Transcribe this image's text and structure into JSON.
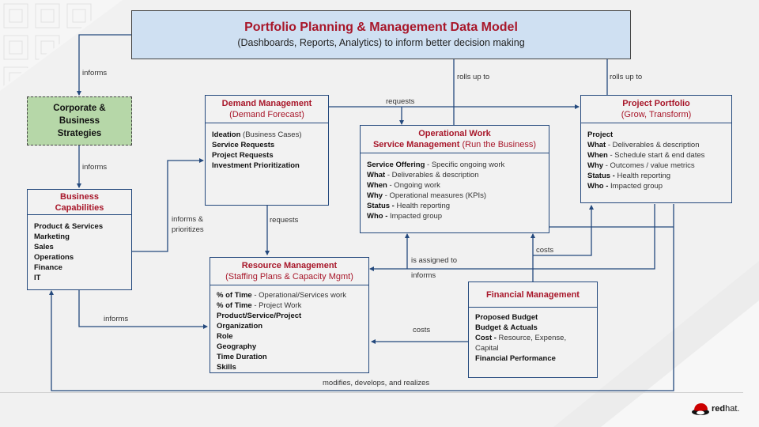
{
  "title_box": {
    "title": "Portfolio Planning & Management Data Model",
    "subtitle": "(Dashboards, Reports, Analytics) to inform better decision making"
  },
  "strategies": {
    "line1": "Corporate &",
    "line2": "Business",
    "line3": "Strategies"
  },
  "business_capabilities": {
    "title": "Business",
    "title2": "Capabilities",
    "rows": [
      "Product & Services",
      "Marketing",
      "Sales",
      "Operations",
      "Finance",
      "IT"
    ]
  },
  "demand_management": {
    "title": "Demand Management",
    "subtitle": "(Demand Forecast)",
    "rows": [
      {
        "bold": "Ideation",
        "text": " (Business Cases)"
      },
      {
        "bold": "Service Requests",
        "text": ""
      },
      {
        "bold": "Project Requests",
        "text": ""
      },
      {
        "bold": "Investment Prioritization",
        "text": ""
      }
    ]
  },
  "operational_work": {
    "title": "Operational Work",
    "subtitle_bold": "Service Management",
    "subtitle_rest": " (Run the Business)",
    "rows": [
      {
        "bold": "Service Offering",
        "text": " - Specific ongoing work"
      },
      {
        "bold": "What",
        "text": " - Deliverables & description"
      },
      {
        "bold": "When",
        "text": " - Ongoing work"
      },
      {
        "bold": "Why",
        "text": " - Operational measures (KPIs)"
      },
      {
        "bold": "Status -",
        "text": " Health reporting"
      },
      {
        "bold": "Who -",
        "text": " Impacted group"
      }
    ]
  },
  "project_portfolio": {
    "title": "Project Portfolio",
    "subtitle": "(Grow, Transform)",
    "rows": [
      {
        "bold": "Project",
        "text": ""
      },
      {
        "bold": "What",
        "text": " - Deliverables & description"
      },
      {
        "bold": "When",
        "text": " - Schedule start & end dates"
      },
      {
        "bold": "Why",
        "text": " - Outcomes / value metrics"
      },
      {
        "bold": "Status -",
        "text": " Health reporting"
      },
      {
        "bold": "Who -",
        "text": " Impacted group"
      }
    ]
  },
  "resource_management": {
    "title": "Resource Management",
    "subtitle": "(Staffing Plans & Capacity Mgmt)",
    "rows": [
      {
        "bold": "% of Time",
        "text": " - Operational/Services work"
      },
      {
        "bold": "% of Time",
        "text": " - Project Work"
      },
      {
        "bold": "Product/Service/Project",
        "text": ""
      },
      {
        "bold": "Organization",
        "text": ""
      },
      {
        "bold": "Role",
        "text": ""
      },
      {
        "bold": "Geography",
        "text": ""
      },
      {
        "bold": "Time Duration",
        "text": ""
      },
      {
        "bold": "Skills",
        "text": ""
      }
    ]
  },
  "financial_management": {
    "title": "Financial Management",
    "rows": [
      {
        "bold": "Proposed Budget",
        "text": ""
      },
      {
        "bold": "Budget & Actuals",
        "text": ""
      },
      {
        "bold": "Cost -",
        "text": " Resource, Expense,"
      },
      {
        "bold": "",
        "text": "Capital"
      },
      {
        "bold": "Financial Performance",
        "text": ""
      }
    ]
  },
  "connector_labels": {
    "informs_top": "informs",
    "informs_strat": "informs",
    "informs_prioritizes_1": "informs &",
    "informs_prioritizes_2": "prioritizes",
    "requests_top": "requests",
    "requests_down": "requests",
    "rolls_up_1": "rolls up to",
    "rolls_up_2": "rolls up to",
    "is_assigned_to": "is assigned to",
    "informs_res": "informs",
    "costs_up": "costs",
    "informs_bottom": "informs",
    "costs_left": "costs",
    "modifies": "modifies, develops, and realizes"
  },
  "colors": {
    "accent_red": "#a8172a",
    "line_blue": "#24497d",
    "title_fill": "#cfe0f2",
    "strategy_fill": "#b6d7a8",
    "background": "#f1f1f1"
  },
  "logo": {
    "bold": "red",
    "rest": "hat."
  }
}
